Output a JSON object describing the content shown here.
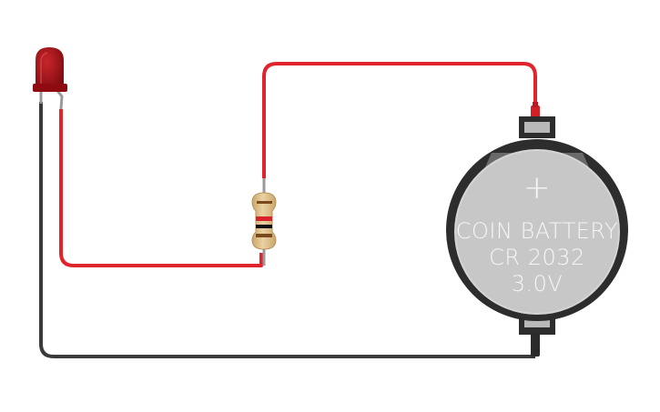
{
  "battery": {
    "polarity_mark": "+",
    "line1": "COIN BATTERY",
    "line2": "CR 2032",
    "line3": "3.0V"
  },
  "colors": {
    "wire_positive": "#e0242c",
    "wire_negative": "#3a3a3a",
    "led_body": "#a50f14",
    "battery_face": "#c7c7c7",
    "battery_rim": "#2d2d2d",
    "resistor_body": "#e2c48f"
  },
  "resistor_bands": [
    "brown",
    "red",
    "black",
    "brown"
  ]
}
